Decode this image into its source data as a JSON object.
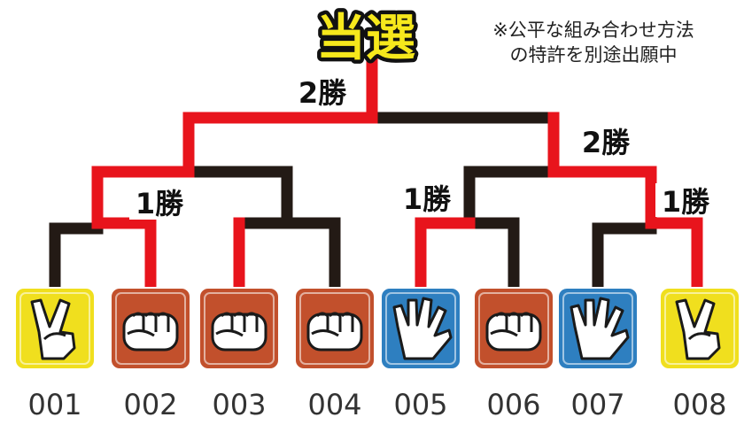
{
  "title": "当選",
  "note": {
    "line1": "※公平な組み合わせ方法",
    "line2": "の特許を別途出願中"
  },
  "wins": [
    "2勝",
    "2勝",
    "1勝",
    "1勝",
    "1勝"
  ],
  "players": [
    {
      "id": "001",
      "hand": "scissors",
      "color": "#f0df1e"
    },
    {
      "id": "002",
      "hand": "rock",
      "color": "#c2502c"
    },
    {
      "id": "003",
      "hand": "rock",
      "color": "#c2502c"
    },
    {
      "id": "004",
      "hand": "rock",
      "color": "#c2502c"
    },
    {
      "id": "005",
      "hand": "paper",
      "color": "#2e7fc0"
    },
    {
      "id": "006",
      "hand": "rock",
      "color": "#c2502c"
    },
    {
      "id": "007",
      "hand": "paper",
      "color": "#2e7fc0"
    },
    {
      "id": "008",
      "hand": "scissors",
      "color": "#f0df1e"
    }
  ],
  "colors": {
    "winner_line": "#e8141c",
    "loser_line": "#231a15",
    "title_fill": "#f6e81c"
  }
}
